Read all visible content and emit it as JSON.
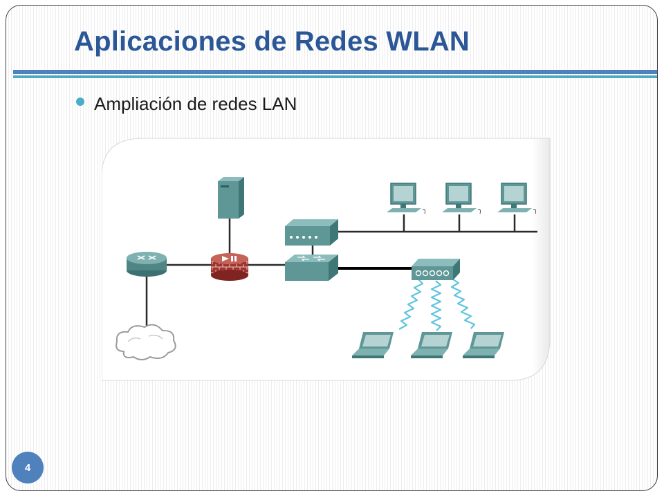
{
  "slide": {
    "title": "Aplicaciones de Redes WLAN",
    "bullet": "Ampliación de redes LAN",
    "number": "4"
  },
  "colors": {
    "title": "#2b5797",
    "rule_primary": "#4f81bd",
    "rule_secondary": "#4bacc6",
    "device_teal": "#5f9696",
    "wireless_link": "#5ec4df",
    "firewall_brick": "#a0322e"
  },
  "diagram": {
    "nodes": [
      {
        "id": "router",
        "icon": "router-icon"
      },
      {
        "id": "cloud",
        "icon": "cloud-icon"
      },
      {
        "id": "server",
        "icon": "server-icon"
      },
      {
        "id": "firewall",
        "icon": "firewall-icon"
      },
      {
        "id": "hub",
        "icon": "hub-icon"
      },
      {
        "id": "switch",
        "icon": "switch-icon"
      },
      {
        "id": "access-point",
        "icon": "wireless-access-point-icon"
      },
      {
        "id": "pc-1",
        "icon": "desktop-pc-icon"
      },
      {
        "id": "pc-2",
        "icon": "desktop-pc-icon"
      },
      {
        "id": "pc-3",
        "icon": "desktop-pc-icon"
      },
      {
        "id": "laptop-1",
        "icon": "laptop-icon"
      },
      {
        "id": "laptop-2",
        "icon": "laptop-icon"
      },
      {
        "id": "laptop-3",
        "icon": "laptop-icon"
      }
    ],
    "links": [
      {
        "from": "router",
        "to": "cloud",
        "kind": "wired"
      },
      {
        "from": "router",
        "to": "firewall",
        "kind": "wired"
      },
      {
        "from": "server",
        "to": "firewall",
        "kind": "wired"
      },
      {
        "from": "firewall",
        "to": "switch",
        "kind": "wired"
      },
      {
        "from": "hub",
        "to": "switch",
        "kind": "wired"
      },
      {
        "from": "hub",
        "to": "pc-1",
        "kind": "wired"
      },
      {
        "from": "hub",
        "to": "pc-2",
        "kind": "wired"
      },
      {
        "from": "hub",
        "to": "pc-3",
        "kind": "wired"
      },
      {
        "from": "switch",
        "to": "access-point",
        "kind": "wired"
      },
      {
        "from": "access-point",
        "to": "laptop-1",
        "kind": "wireless"
      },
      {
        "from": "access-point",
        "to": "laptop-2",
        "kind": "wireless"
      },
      {
        "from": "access-point",
        "to": "laptop-3",
        "kind": "wireless"
      }
    ]
  }
}
